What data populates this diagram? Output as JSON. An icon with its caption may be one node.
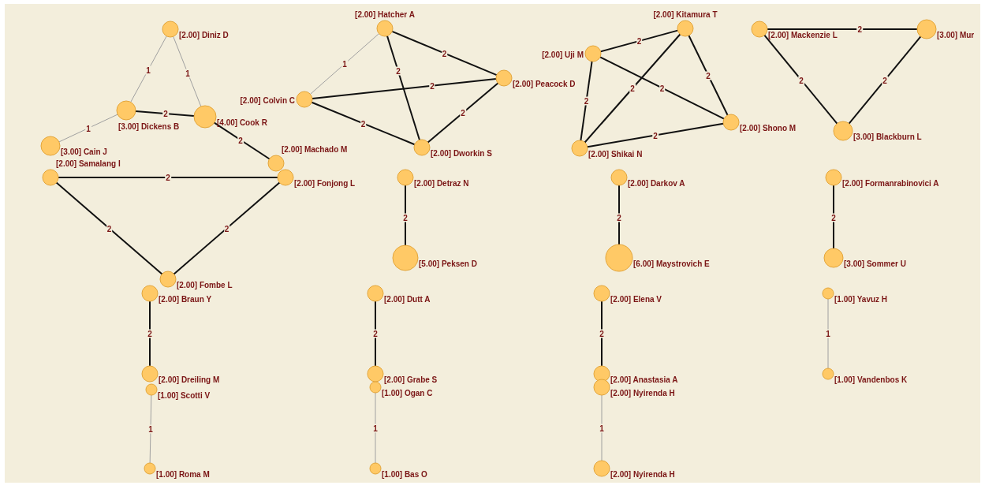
{
  "diagram": {
    "nodes": [
      {
        "text": [
          "[2.00] Diniz D"
        ]
      },
      {
        "text": [
          "[3.00] Dickens B"
        ]
      },
      {
        "text": [
          "[4.00] Cook R"
        ]
      },
      {
        "text": [
          "[3.00] Cain J"
        ]
      },
      {
        "text": [
          "[2.00] Machado M"
        ]
      },
      {
        "text": [
          "[2.00] Samalang I"
        ]
      },
      {
        "text": [
          "[2.00] Fonjong L"
        ]
      },
      {
        "text": [
          "[2.00] Fombe L"
        ]
      },
      {
        "text": [
          "[2.00] Hatcher A"
        ]
      },
      {
        "text": [
          "[2.00] Colvin C"
        ]
      },
      {
        "text": [
          "[2.00] Peacock D"
        ]
      },
      {
        "text": [
          "[2.00] Dworkin S"
        ]
      },
      {
        "text": [
          "[2.00] Uji M"
        ]
      },
      {
        "text": [
          "[2.00] Kitamura T"
        ]
      },
      {
        "text": [
          "[2.00] Shono M"
        ]
      },
      {
        "text": [
          "[2.00] Shikai N"
        ]
      },
      {
        "text": [
          "[2.00] Mackenzie L"
        ]
      },
      {
        "text": [
          "[3.00] Mur"
        ]
      },
      {
        "text": [
          "[3.00] Blackburn L"
        ]
      },
      {
        "text": [
          "[2.00] Detraz N"
        ]
      },
      {
        "text": [
          "[5.00] Peksen D"
        ]
      },
      {
        "text": [
          "[2.00] Darkov A"
        ]
      },
      {
        "text": [
          "[6.00] Maystrovich E"
        ]
      },
      {
        "text": [
          "[2.00] Formanrabinovici A"
        ]
      },
      {
        "text": [
          "[3.00] Sommer U"
        ]
      },
      {
        "text": [
          "[2.00] Braun Y"
        ]
      },
      {
        "text": [
          "[2.00] Dreiling M"
        ]
      },
      {
        "text": [
          "[1.00] Scotti V"
        ]
      },
      {
        "text": [
          "[1.00] Roma M"
        ]
      },
      {
        "text": [
          "[2.00] Dutt A"
        ]
      },
      {
        "text": [
          "[2.00] Grabe S"
        ]
      },
      {
        "text": [
          "[1.00] Ogan C"
        ]
      },
      {
        "text": [
          "[1.00] Bas O"
        ]
      },
      {
        "text": [
          "[2.00] Elena V"
        ]
      },
      {
        "text": [
          "[2.00] Anastasia A"
        ]
      },
      {
        "text": [
          "[2.00] Nyirenda H"
        ]
      },
      {
        "text": [
          "[2.00] Nyirenda H"
        ]
      },
      {
        "text": [
          "[1.00] Yavuz H"
        ]
      },
      {
        "text": [
          "[1.00] Vandenbos K"
        ]
      }
    ],
    "edges": [
      {
        "from": 0,
        "to": 1,
        "arrow": "none",
        "label": "1",
        "color": "#a0a0a0"
      },
      {
        "from": 0,
        "to": 2,
        "arrow": "none",
        "label": "1",
        "color": "#a0a0a0"
      },
      {
        "from": 1,
        "to": 2,
        "arrow": "none",
        "label": "2"
      },
      {
        "from": 1,
        "to": 3,
        "arrow": "none",
        "label": "1",
        "color": "#a0a0a0"
      },
      {
        "from": 2,
        "to": 4,
        "arrow": "none",
        "label": "2"
      },
      {
        "from": 5,
        "to": 6,
        "arrow": "none",
        "label": "2"
      },
      {
        "from": 5,
        "to": 7,
        "arrow": "none",
        "label": "2"
      },
      {
        "from": 6,
        "to": 7,
        "arrow": "none",
        "label": "2"
      },
      {
        "from": 8,
        "to": 9,
        "arrow": "none",
        "label": "1",
        "color": "#a0a0a0"
      },
      {
        "from": 8,
        "to": 10,
        "arrow": "none",
        "label": "2"
      },
      {
        "from": 8,
        "to": 11,
        "arrow": "none",
        "label": "2"
      },
      {
        "from": 9,
        "to": 10,
        "arrow": "none",
        "label": "2"
      },
      {
        "from": 9,
        "to": 11,
        "arrow": "none",
        "label": "2"
      },
      {
        "from": 10,
        "to": 11,
        "arrow": "none",
        "label": "2"
      },
      {
        "from": 12,
        "to": 13,
        "arrow": "none",
        "label": "2"
      },
      {
        "from": 12,
        "to": 14,
        "arrow": "none",
        "label": "2"
      },
      {
        "from": 12,
        "to": 15,
        "arrow": "none",
        "label": "2"
      },
      {
        "from": 13,
        "to": 15,
        "arrow": "none",
        "label": "2"
      },
      {
        "from": 13,
        "to": 14,
        "arrow": "none",
        "label": "2"
      },
      {
        "from": 15,
        "to": 14,
        "arrow": "none",
        "label": "2"
      },
      {
        "from": 16,
        "to": 17,
        "arrow": "none",
        "label": "2"
      },
      {
        "from": 16,
        "to": 18,
        "arrow": "none",
        "label": "2"
      },
      {
        "from": 17,
        "to": 18,
        "arrow": "none",
        "label": "2"
      },
      {
        "from": 19,
        "to": 20,
        "arrow": "none",
        "label": "2"
      },
      {
        "from": 21,
        "to": 22,
        "arrow": "none",
        "label": "2"
      },
      {
        "from": 23,
        "to": 24,
        "arrow": "none",
        "label": "2"
      },
      {
        "from": 25,
        "to": 26,
        "arrow": "none",
        "label": "2"
      },
      {
        "from": 27,
        "to": 28,
        "arrow": "none",
        "label": "1",
        "color": "#a0a0a0"
      },
      {
        "from": 29,
        "to": 30,
        "arrow": "none",
        "label": "2"
      },
      {
        "from": 31,
        "to": 32,
        "arrow": "none",
        "label": "1",
        "color": "#a0a0a0"
      },
      {
        "from": 33,
        "to": 34,
        "arrow": "none",
        "label": "2"
      },
      {
        "from": 35,
        "to": 36,
        "arrow": "none",
        "label": "1",
        "color": "#a0a0a0"
      },
      {
        "from": 37,
        "to": 38,
        "arrow": "none",
        "label": "1",
        "color": "#a0a0a0"
      }
    ]
  }
}
